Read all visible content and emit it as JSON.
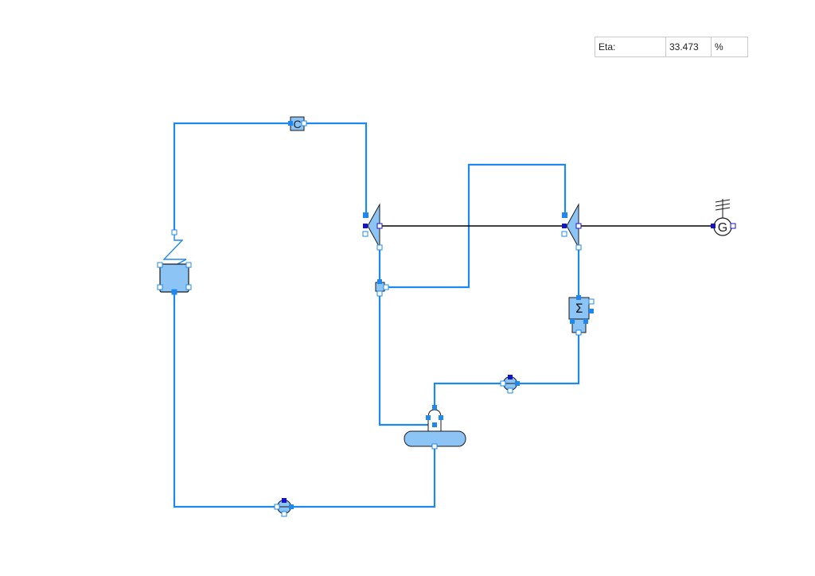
{
  "result_table": {
    "label": "Eta:",
    "value": "33.473",
    "unit": "%"
  },
  "colors": {
    "pipe": "#1e88f0",
    "shaft": "#000000",
    "component_fill": "#8cc4f5",
    "port_filled": "#1e88f0",
    "port_dark": "#1515c8",
    "port_open": "#ffffff",
    "outline": "#1a1a1a"
  },
  "components": {
    "condenser_block": "C",
    "generator": "G",
    "mixer": "Σ"
  }
}
